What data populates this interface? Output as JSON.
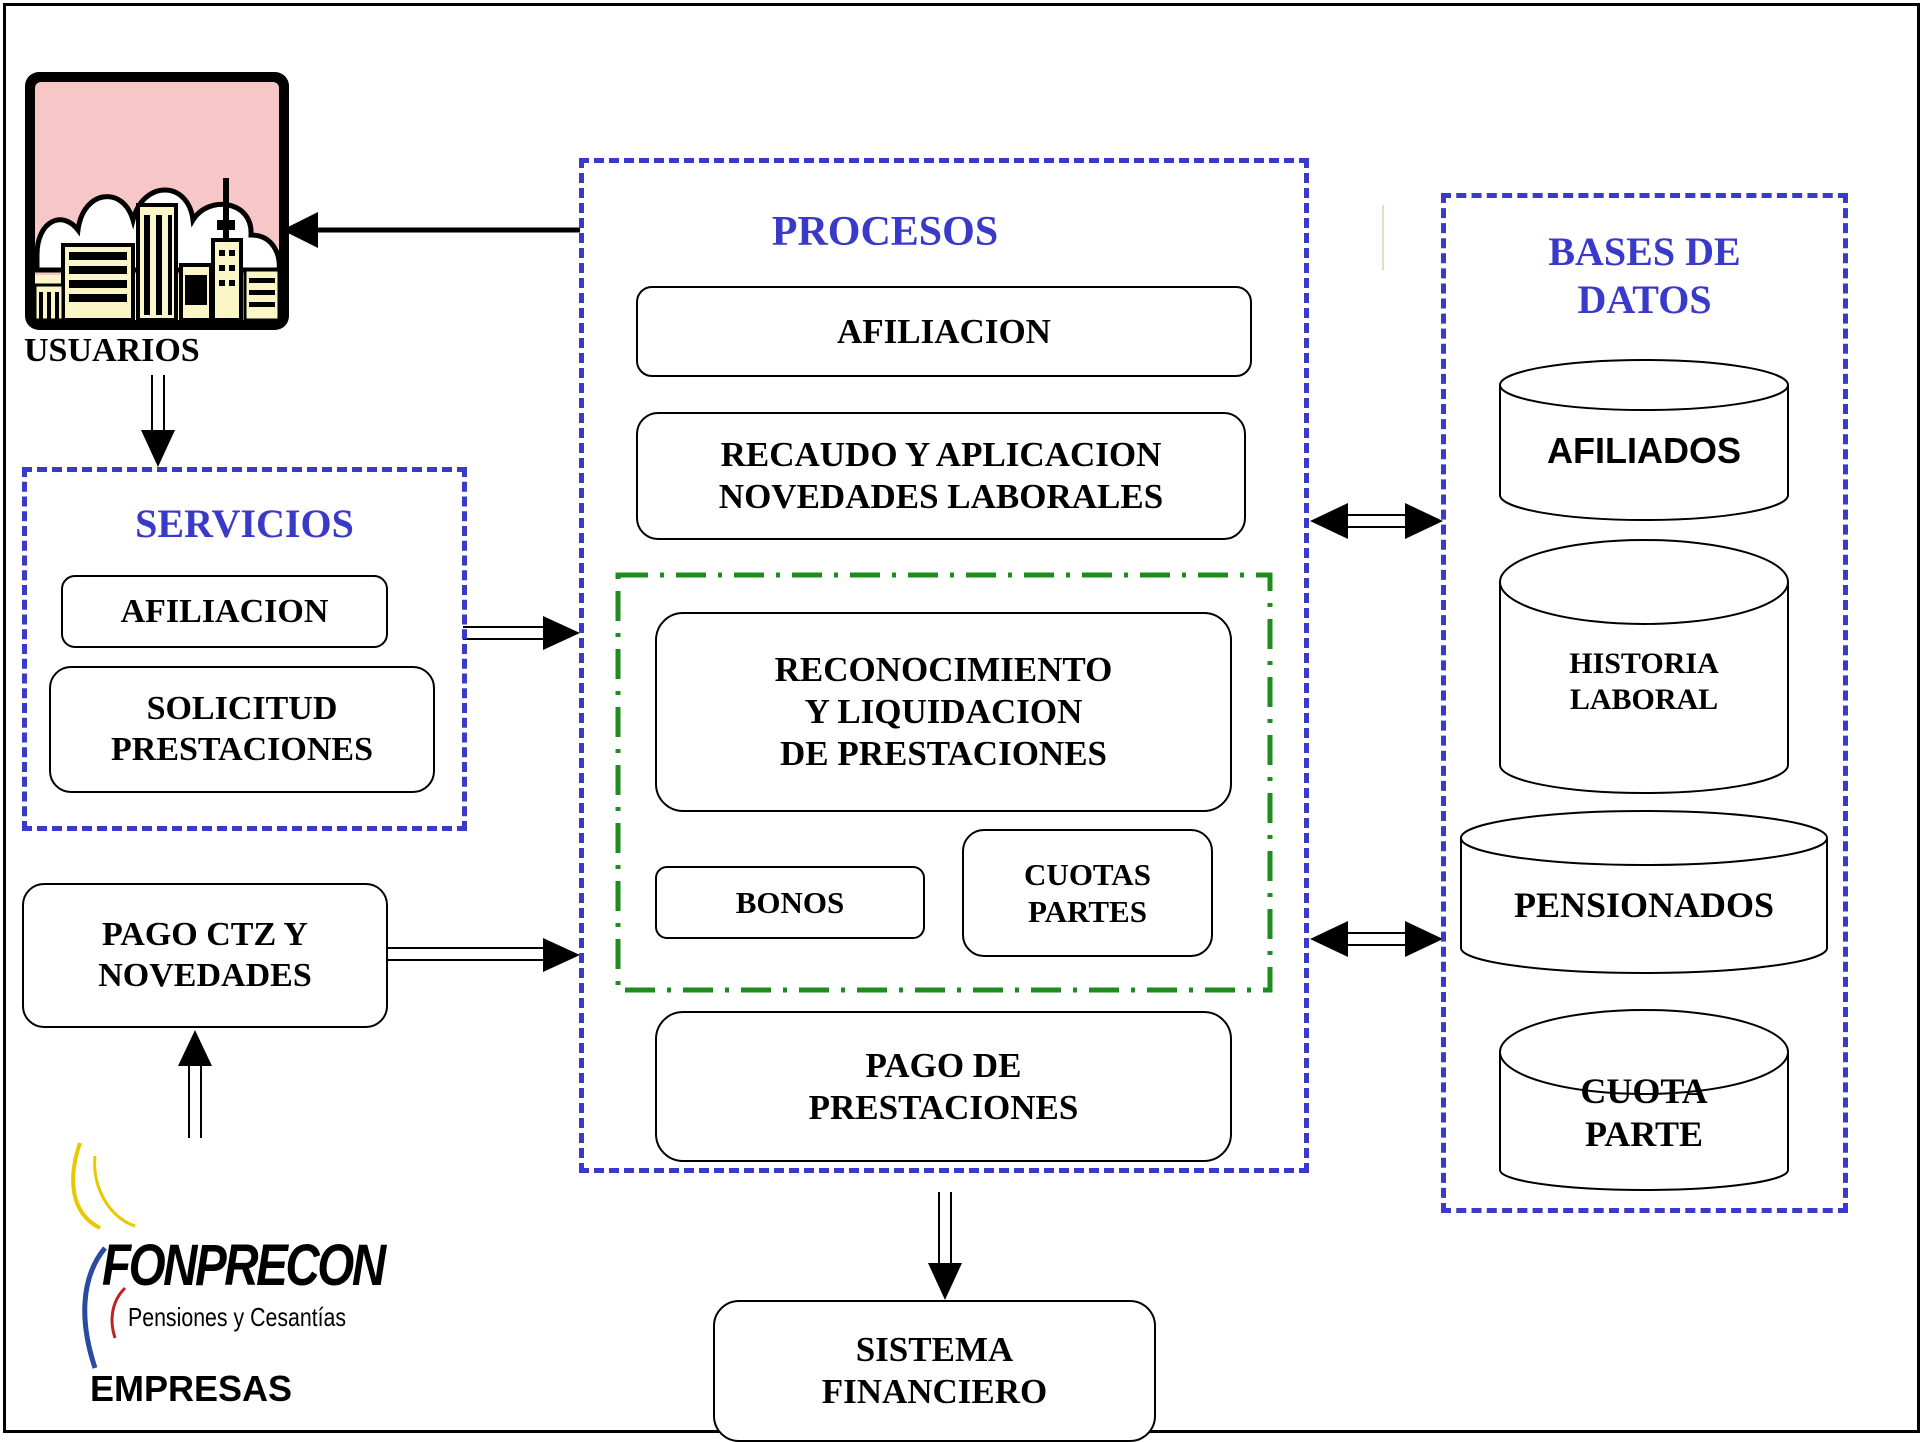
{
  "usuarios": {
    "label": "USUARIOS"
  },
  "servicios": {
    "title": "SERVICIOS",
    "items": [
      "AFILIACION",
      "SOLICITUD\nPRESTACIONES"
    ]
  },
  "pago_ctz": {
    "label": "PAGO CTZ Y\nNOVEDADES"
  },
  "empresas": {
    "logo_name": "FONPRECON",
    "logo_tagline": "Pensiones y Cesantías",
    "label": "EMPRESAS"
  },
  "procesos": {
    "title": "PROCESOS",
    "afiliacion": "AFILIACION",
    "recaudo": "RECAUDO Y APLICACION\nNOVEDADES LABORALES",
    "reconocimiento": "RECONOCIMIENTO\nY LIQUIDACION\nDE PRESTACIONES",
    "bonos": "BONOS",
    "cuotas_partes": "CUOTAS\nPARTES",
    "pago_prestaciones": "PAGO DE\nPRESTACIONES"
  },
  "sistema_financiero": {
    "label": "SISTEMA\nFINANCIERO"
  },
  "bases": {
    "title": "BASES DE\nDATOS",
    "afiliados": "AFILIADOS",
    "historia": "HISTORIA\nLABORAL",
    "pensionados": "PENSIONADOS",
    "cuota_parte": "CUOTA\nPARTE"
  },
  "colors": {
    "accent_blue": "#3a3ac8",
    "green_dashdot": "#1e8c1e",
    "sky_pink": "#f7c6c6",
    "building_yellow": "#fbf6c8"
  },
  "icons": [
    "city-buildings-icon",
    "fonprecon-logo"
  ]
}
